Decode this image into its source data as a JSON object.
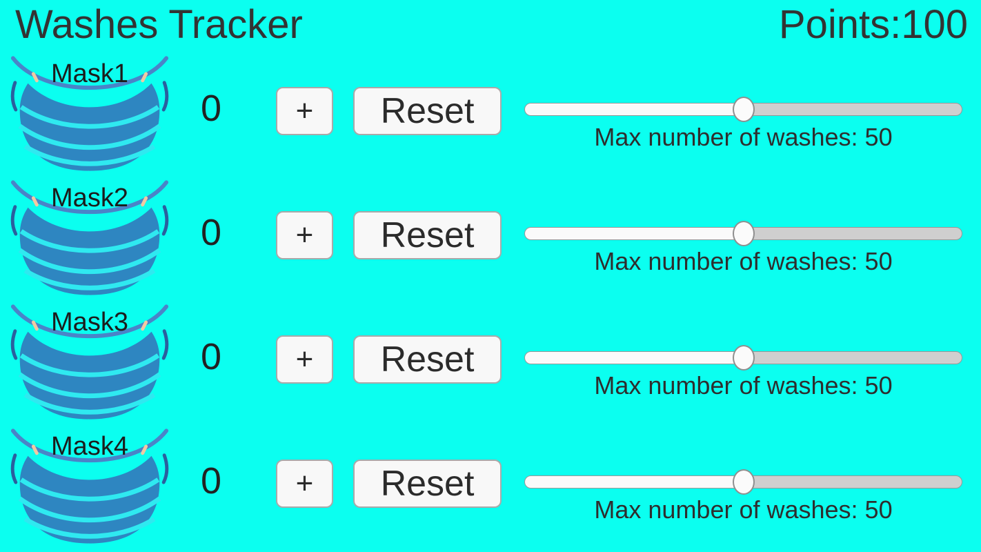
{
  "header": {
    "title": "Washes Tracker",
    "points_label": "Points:",
    "points_value": "100"
  },
  "rows": [
    {
      "mask_label": "Mask1",
      "count": "0",
      "plus_label": "+",
      "reset_label": "Reset",
      "slider_value": 50,
      "max_washes_label": "Max number of washes: 50"
    },
    {
      "mask_label": "Mask2",
      "count": "0",
      "plus_label": "+",
      "reset_label": "Reset",
      "slider_value": 50,
      "max_washes_label": "Max number of washes: 50"
    },
    {
      "mask_label": "Mask3",
      "count": "0",
      "plus_label": "+",
      "reset_label": "Reset",
      "slider_value": 50,
      "max_washes_label": "Max number of washes: 50"
    },
    {
      "mask_label": "Mask4",
      "count": "0",
      "plus_label": "+",
      "reset_label": "Reset",
      "slider_value": 50,
      "max_washes_label": "Max number of washes: 50"
    }
  ],
  "colors": {
    "background": "#0BFFF0",
    "mask_body_blue": "#2E86C1",
    "mask_pleat_cyan": "#2FE9F0",
    "mask_strap_blue": "#4A84C8",
    "ear_loop_peach": "#F2C9A2",
    "text_dark": "#333333",
    "button_bg": "#F8F8F8",
    "slider_track_left": "#FAFAFA",
    "slider_track_right": "#CFCFCF"
  }
}
